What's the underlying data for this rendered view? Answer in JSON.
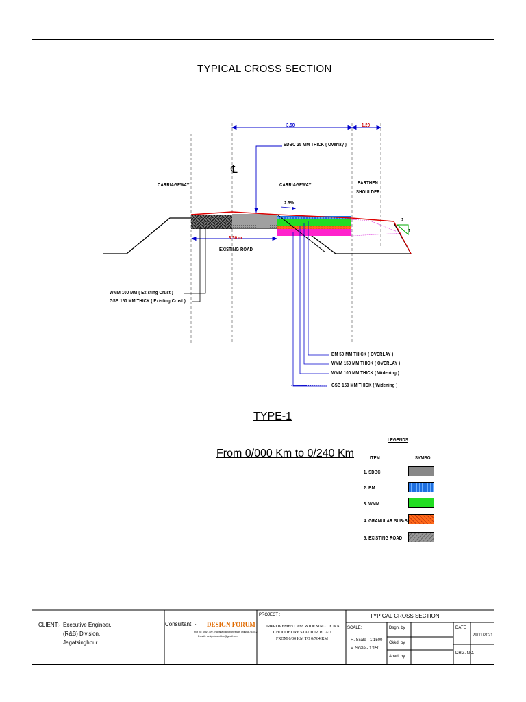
{
  "drawing": {
    "title": "TYPICAL CROSS SECTION",
    "centerline_symbol": "℄",
    "dim_width_main": "3.50",
    "dim_width_shoulder": "1.20",
    "sdbc_label": "SDBC 25 MM THICK ( Overlay )",
    "carriageway_left": "CARRIAGEWAY",
    "carriageway_right": "CARRIAGEWAY",
    "earthen_line1": "EARTHEN",
    "earthen_line2": "SHOULDER",
    "camber": "2.5%",
    "slope_v": "2",
    "slope_h": "1",
    "existing_width": "3.50 m",
    "existing_road": "EXISTING ROAD",
    "wmm_existing": "WMM 100 MM ( Existing Crust )",
    "gsb_existing": "GSB 150 MM THICK ( Existing Crust )",
    "bm_overlay": "BM 50 MM THICK ( OVERLAY )",
    "wmm_overlay": "WMM 150 MM THICK ( OVERLAY )",
    "wmm_widening": "WMM 100 MM THICK ( Widening )",
    "gsb_widening": "GSB 150 MM THICK ( Widening )",
    "type": "TYPE-1",
    "chainage": "From 0/000 Km to 0/240 Km"
  },
  "legend": {
    "heading": "LEGENDS",
    "col_item": "ITEM",
    "col_symbol": "SYMBOL",
    "items": [
      {
        "label": "1. SDBC",
        "color": "#888888"
      },
      {
        "label": "2. BM",
        "color": "#1e6fe0"
      },
      {
        "label": "3. WMM",
        "color": "#22dd22"
      },
      {
        "label": "4. GRANULAR SUB-BASE",
        "color": "#ff6a1a"
      },
      {
        "label": "5. EXISTING ROAD",
        "color": "#999999"
      }
    ]
  },
  "title_block": {
    "client_label": "CLIENT:-",
    "client_line1": "Executive Engineer,",
    "client_line2": "(R&B) Division,",
    "client_line3": "Jagatsinghpur",
    "consultant_label": "Consultant: -",
    "consultant_name": "DESIGN FORUM",
    "consultant_addr": "Plot no: 495/1799 , Nayapalli,Bhubaneswar, Odisha-751012",
    "consultant_email": "E-mail : designforumbbsr@gmail.com",
    "project_label": "PROJECT :",
    "project_line1": "IMPROVEMENT And WIDENING OF N K",
    "project_line2": "CHOUDHURY STADIUM ROAD",
    "project_line3": "FROM 0/00 KM TO 0/764 KM",
    "sheet_title": "TYPICAL CROSS SECTION",
    "scale_label": "SCALE:",
    "h_scale": "H. Scale - 1:1500",
    "v_scale": "V. Scale - 1:150",
    "dsgn": "Dsgn. by",
    "ckd": "Ckkd. by",
    "apvd": "Apvd. by",
    "date_label": "DATE",
    "date_value": "29/11/2021",
    "drg_label": "DRG. NO."
  }
}
